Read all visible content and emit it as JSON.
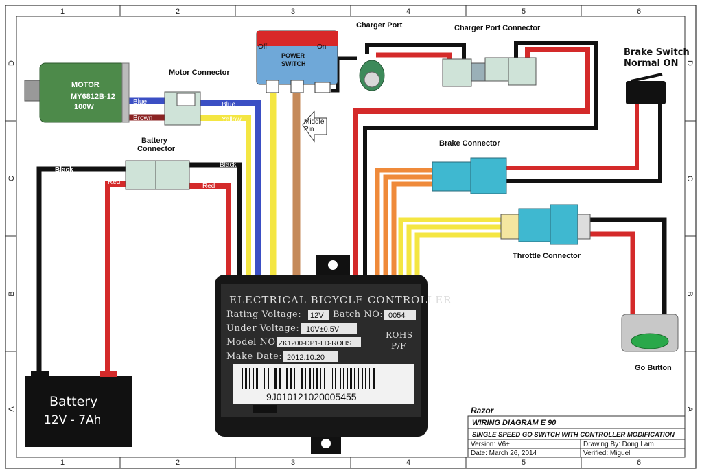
{
  "grid": {
    "cols": [
      "1",
      "2",
      "3",
      "4",
      "5",
      "6"
    ],
    "rows": [
      "D",
      "C",
      "B",
      "A"
    ]
  },
  "components": {
    "motor": {
      "title": "MOTOR",
      "model": "MY6812B-12",
      "power": "100W"
    },
    "motor_connector": "Motor Connector",
    "power_switch": {
      "title1": "POWER",
      "title2": "SWITCH",
      "off": "Off",
      "on": "On"
    },
    "middle_pin": {
      "line1": "Middle",
      "line2": "Pin"
    },
    "charger_port": "Charger Port",
    "charger_port_connector": "Charger Port Connector",
    "brake_switch": {
      "line1": "Brake Switch",
      "line2": "Normal ON"
    },
    "battery_connector": {
      "line1": "Battery",
      "line2": "Connector"
    },
    "brake_connector": "Brake Connector",
    "throttle_connector": "Throttle Connector",
    "go_button": "Go Button",
    "battery": {
      "title": "Battery",
      "spec": "12V - 7Ah"
    }
  },
  "wire_labels": {
    "blue_left": "Blue",
    "brown_left": "Brown",
    "blue_right": "Blue",
    "yellow_right": "Yellow",
    "black_left": "Black",
    "red_left": "Red",
    "black_right": "Black",
    "red_right": "Red"
  },
  "controller": {
    "title": "ELECTRICAL BICYCLE CONTROLLER",
    "rating_label": "Rating Voltage:",
    "rating_value": "12V",
    "batch_label": "Batch NO:",
    "batch_value": "0054",
    "under_label": "Under Voltage:",
    "under_value": "10V±0.5V",
    "model_label": "Model NO:",
    "model_value": "ZK1200-DP1-LD-ROHS",
    "date_label": "Make Date:",
    "date_value": "2012.10.20",
    "rohs1": "ROHS",
    "rohs2": "P/F",
    "serial": "9J010121020005455"
  },
  "title_block": {
    "brand": "Razor",
    "diagram": "WIRING DIAGRAM   E 90",
    "subtitle": "SINGLE SPEED GO SWITCH WITH CONTROLLER MODIFICATION",
    "version": "Version: V6+",
    "date": "Date: March 26, 2014",
    "drawing_by": "Drawing By: Dong Lam",
    "verified": "Verified: Miguel"
  },
  "colors": {
    "red": "#d42a2a",
    "black": "#111111",
    "blue": "#3b4fc4",
    "brown": "#8b2323",
    "yellow": "#f4e642",
    "tan": "#c58a5a",
    "orange": "#ef8a3a",
    "connector_green": "#cfe3d8",
    "connector_blue": "#3fb8d0"
  }
}
